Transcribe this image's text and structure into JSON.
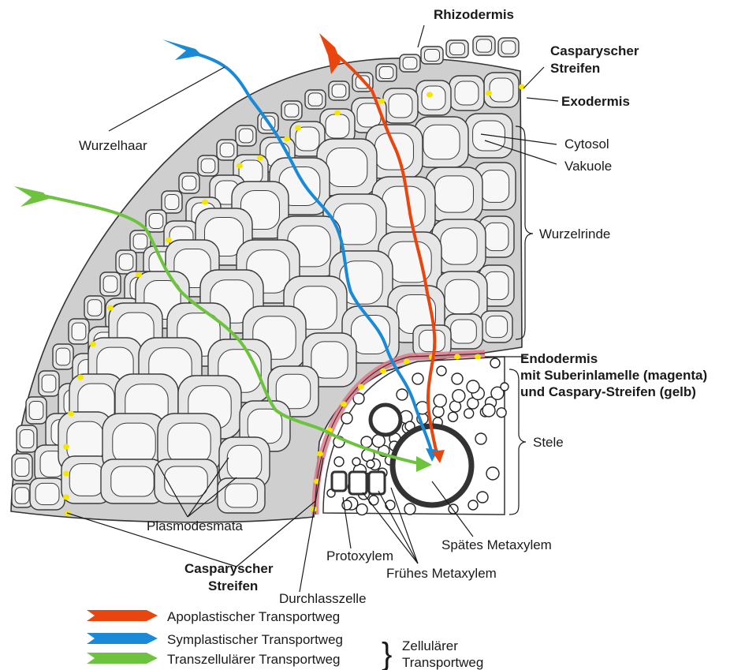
{
  "labels": {
    "rhizodermis": "Rhizodermis",
    "casparyscher_streifen_top_1": "Casparyscher",
    "casparyscher_streifen_top_2": "Streifen",
    "exodermis": "Exodermis",
    "cytosol": "Cytosol",
    "vakuole": "Vakuole",
    "wurzelhaar": "Wurzelhaar",
    "wurzelrinde": "Wurzelrinde",
    "endodermis_1": "Endodermis",
    "endodermis_2": "mit Suberinlamelle (magenta)",
    "endodermis_3": "und Caspary-Streifen (gelb)",
    "stele": "Stele",
    "plasmodesmata": "Plasmodesmata",
    "spaetes_metaxylem": "Spätes Metaxylem",
    "protoxylem": "Protoxylem",
    "fruehes_metaxylem": "Frühes Metaxylem",
    "casparyscher_streifen_bottom_1": "Casparyscher",
    "casparyscher_streifen_bottom_2": "Streifen",
    "durchlasszelle": "Durchlasszelle"
  },
  "legend": {
    "items": [
      {
        "label": "Apoplastischer Transportweg",
        "color": "#e8460e"
      },
      {
        "label": "Symplastischer Transportweg",
        "color": "#1b8ad6"
      },
      {
        "label": "Transzellulärer Transportweg",
        "color": "#6dc23e"
      }
    ],
    "group_label_1": "Zellulärer",
    "group_label_2": "Transportweg"
  },
  "colors": {
    "apoplast": "#e8460e",
    "symplast": "#1b8ad6",
    "transcellular": "#6dc23e",
    "suberin": "#e07a8a",
    "caspary": "#f5e600",
    "cell_fill": "#e6e6e6"
  }
}
